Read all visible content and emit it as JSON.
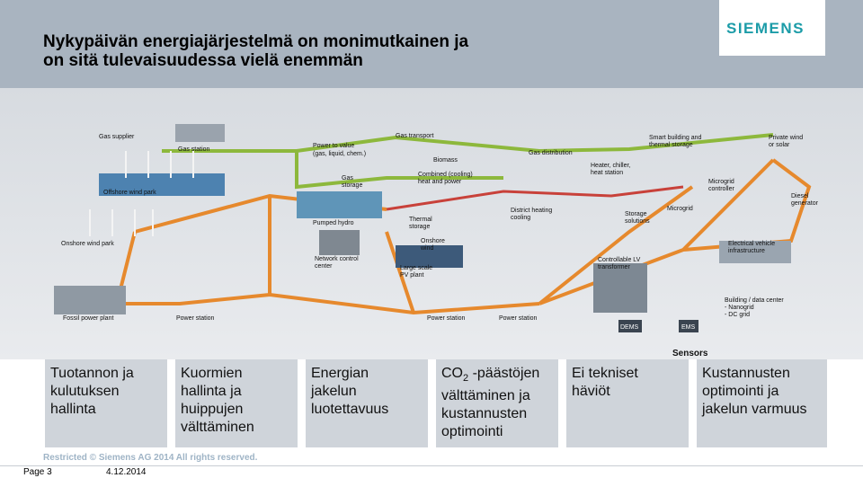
{
  "header": {
    "title_line1": "Nykypäivän energiajärjestelmä on monimutkainen ja",
    "title_line2": "on sitä tulevaisuudessa vielä enemmän",
    "logo_text": "SIEMENS",
    "logo_color": "#1c9ca8"
  },
  "diagram": {
    "labels": {
      "gas_supplier": "Gas supplier",
      "gas_station": "Gas station",
      "offshore": "Offshore wind park",
      "onshore_park": "Onshore wind park",
      "power_value_1": "Power to value",
      "power_value_2": "(gas, liquid, chem.)",
      "gas_storage_1": "Gas",
      "gas_storage_2": "storage",
      "gas_transport": "Gas transport",
      "biomass": "Biomass",
      "chp_1": "Combined (cooling)",
      "chp_2": "heat and power",
      "gas_distribution": "Gas distribution",
      "pumped_hydro": "Pumped hydro",
      "thermal_1": "Thermal",
      "thermal_2": "storage",
      "onshore_1": "Onshore",
      "onshore_2": "wind",
      "district_1": "District heating",
      "district_2": "cooling",
      "heater_1": "Heater, chiller,",
      "heater_2": "heat station",
      "smart_1": "Smart building and",
      "smart_2": "thermal storage",
      "private_1": "Private wind",
      "private_2": "or solar",
      "microgrid_ctrl_1": "Microgrid",
      "microgrid_ctrl_2": "controller",
      "diesel_1": "Diesel",
      "diesel_2": "generator",
      "storage_1": "Storage",
      "storage_2": "solutions",
      "microgrid": "Microgrid",
      "ncc_1": "Network control",
      "ncc_2": "center",
      "pv_1": "Large scale",
      "pv_2": "PV plant",
      "lv_1": "Controllable LV",
      "lv_2": "transformer",
      "ev_1": "Electrical vehicle",
      "ev_2": "infrastructure",
      "fossil": "Fossil power plant",
      "power_station": "Power station",
      "building_1": "Building / data center",
      "building_2": "- Nanogrid",
      "building_3": "- DC grid",
      "dems": "DEMS",
      "ems": "EMS",
      "sensors": "Sensors"
    }
  },
  "boxes": [
    {
      "lines": [
        "Tuotannon ja",
        "kulutuksen",
        "hallinta"
      ]
    },
    {
      "lines": [
        "Kuormien",
        "hallinta  ja",
        "huippujen",
        "välttäminen"
      ]
    },
    {
      "lines": [
        "Energian",
        "jakelun",
        "luotettavuus"
      ]
    },
    {
      "line1_prefix": "CO",
      "line1_sub": "2",
      "line1_suffix": " -päästöjen",
      "lines": [
        "välttäminen ja",
        "kustannusten",
        "optimointi"
      ]
    },
    {
      "lines": [
        "Ei tekniset",
        "häviöt"
      ]
    },
    {
      "lines": [
        "Kustannusten",
        "optimointi ja",
        "jakelun varmuus"
      ]
    }
  ],
  "footer": {
    "copyright": "Restricted © Siemens AG 2014 All rights reserved.",
    "page": "Page 3",
    "date": "4.12.2014"
  }
}
